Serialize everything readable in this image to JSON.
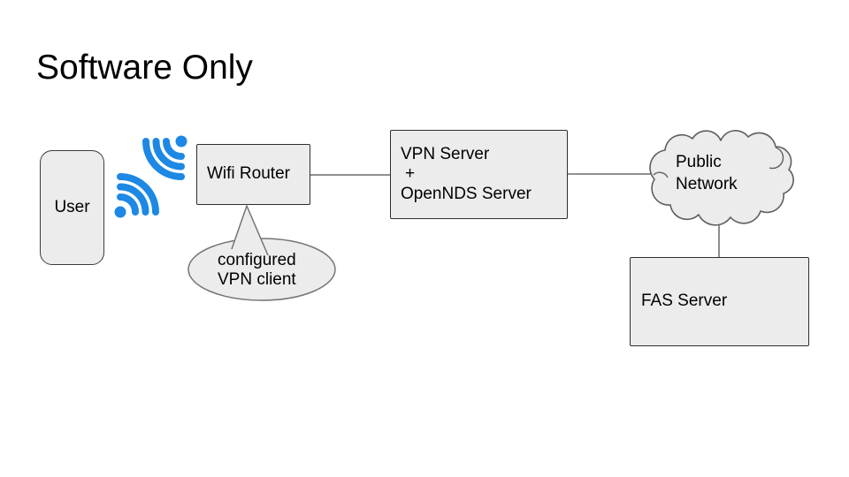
{
  "slide": {
    "title": "Software Only"
  },
  "colors": {
    "wifi_blue": "#1e88e5",
    "shape_fill": "#ececec",
    "rect_border": "#2e2e2e",
    "cloud_border": "#5e5e5e",
    "callout_border": "#757575",
    "connector": "#4d4d4d"
  },
  "nodes": {
    "user": {
      "label": "User"
    },
    "wifi_router": {
      "label": "Wifi Router"
    },
    "vpn_server": {
      "lines": [
        "VPN Server",
        "+",
        "OpenNDS Server"
      ]
    },
    "vpn_client_callout": {
      "lines": [
        "configured",
        "VPN client"
      ]
    },
    "public_network_cloud": {
      "lines": [
        "Public",
        "Network"
      ]
    },
    "fas_server": {
      "label": "FAS Server"
    }
  },
  "icons": {
    "wifi_from_user": "wifi-signal-icon",
    "wifi_from_router": "wifi-signal-icon"
  }
}
